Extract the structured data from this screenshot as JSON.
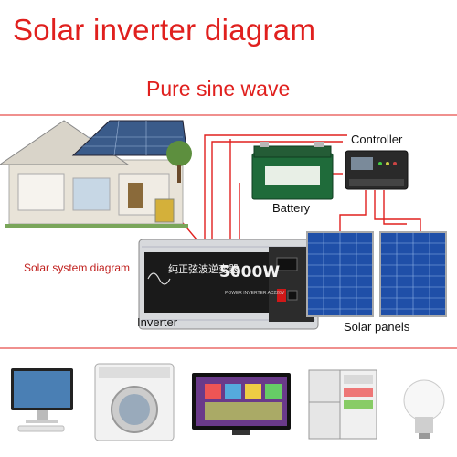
{
  "title": "Solar inverter diagram",
  "subtitle": "Pure sine wave",
  "labels": {
    "controller": "Controller",
    "battery": "Battery",
    "solar_system_diagram": "Solar system diagram",
    "inverter": "Inverter",
    "solar_panels": "Solar panels"
  },
  "inverter_face": {
    "chinese_name": "纯正弦波逆变器",
    "power": "5000W",
    "subtext": "POWER INVERTER AC220V"
  },
  "colors": {
    "accent": "#e0201e",
    "wire": "#e0201e",
    "battery_case": "#1f6b3a",
    "panel_blue": "#1f4fa8"
  },
  "appliances": [
    "computer-monitor",
    "washing-machine",
    "television",
    "refrigerator",
    "light-bulb"
  ]
}
